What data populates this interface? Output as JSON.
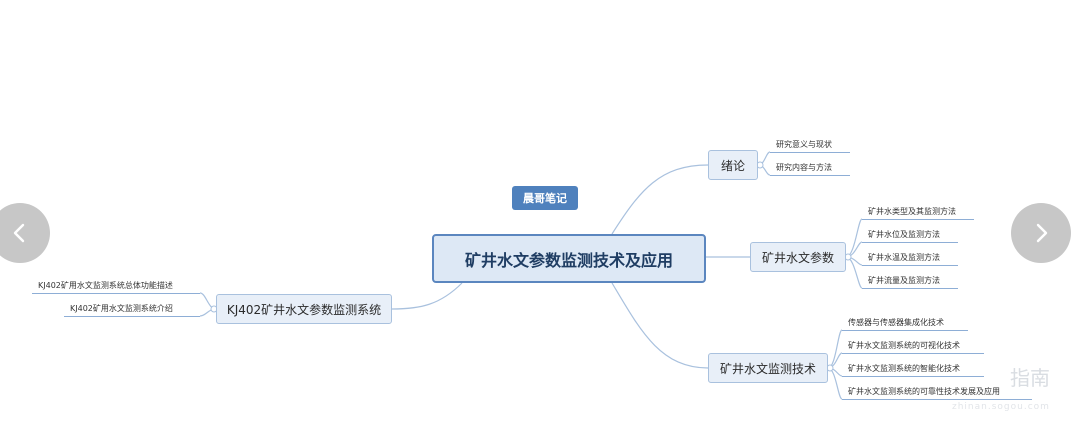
{
  "mindmap": {
    "root": "矿井水文参数监测技术及应用",
    "tag": "晨哥笔记",
    "branches": [
      {
        "label": "绪论",
        "children": [
          "研究意义与现状",
          "研究内容与方法"
        ]
      },
      {
        "label": "矿井水文参数",
        "children": [
          "矿井水类型及其监测方法",
          "矿井水位及监测方法",
          "矿井水温及监测方法",
          "矿井流量及监测方法"
        ]
      },
      {
        "label": "矿井水文监测技术",
        "children": [
          "传感器与传感器集成化技术",
          "矿井水文监测系统的可视化技术",
          "矿井水文监测系统的智能化技术",
          "矿井水文监测系统的可靠性技术发展及应用"
        ]
      },
      {
        "label": "KJ402矿井水文参数监测系统",
        "children": [
          "KJ402矿用水文监测系统总体功能描述",
          "KJ402矿用水文监测系统介绍"
        ]
      }
    ]
  },
  "nav": {
    "prev_icon": "chevron-left-icon",
    "next_icon": "chevron-right-icon"
  },
  "watermark": {
    "text": "指南",
    "sub": "zhinan.sogou.com"
  },
  "colors": {
    "accent": "#4f81bd",
    "line": "#a9c1de",
    "nav": "#c7c7c7"
  }
}
